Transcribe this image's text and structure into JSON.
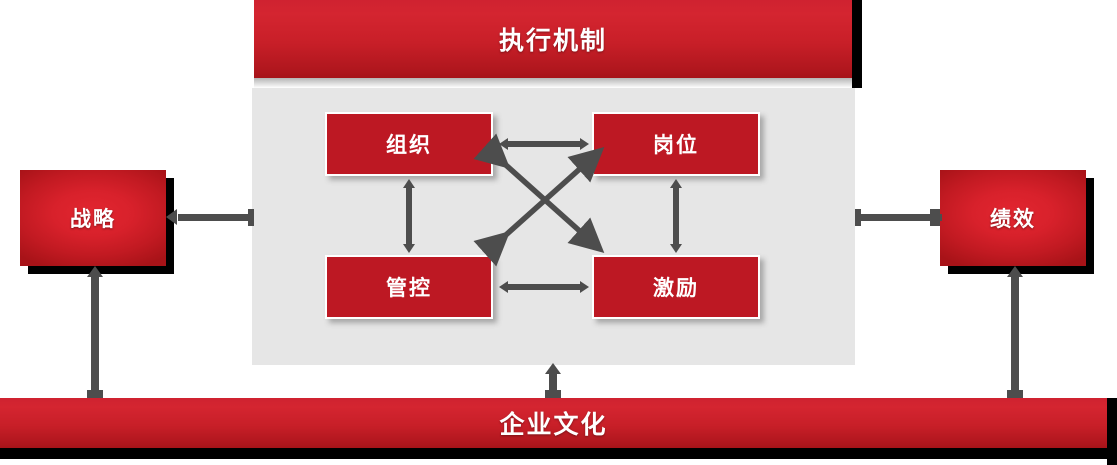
{
  "diagram": {
    "title_banner": {
      "label": "执行机制"
    },
    "bottom_banner": {
      "label": "企业文化"
    },
    "side_boxes": [
      {
        "id": "strategy",
        "label": "战略",
        "side": "left"
      },
      {
        "id": "performance",
        "label": "绩效",
        "side": "right"
      }
    ],
    "inner_boxes": [
      {
        "id": "organization",
        "label": "组织",
        "position": "top-left"
      },
      {
        "id": "position",
        "label": "岗位",
        "position": "top-right"
      },
      {
        "id": "control",
        "label": "管控",
        "position": "bottom-left"
      },
      {
        "id": "incentive",
        "label": "激励",
        "position": "bottom-right"
      }
    ],
    "colors": {
      "banner_red_light": "#d42530",
      "banner_red_dark": "#a61319",
      "box_red": "#bd1823",
      "side_box_red": "#d8212b",
      "panel_grey": "#e6e6e6",
      "connector_grey": "#4d4d4d",
      "shadow_black": "#000000",
      "text_white": "#ffffff"
    }
  }
}
